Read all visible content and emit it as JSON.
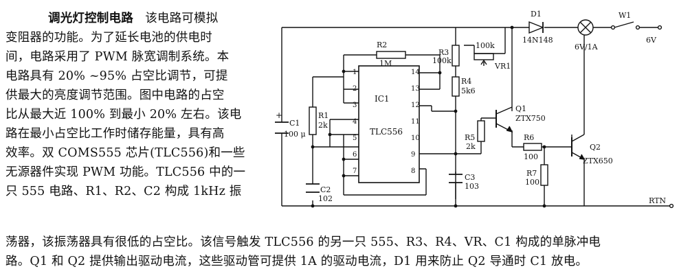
{
  "article": {
    "heading": "调光灯控制电路",
    "lines": [
      "该电路可模拟",
      "变阻器的功能。为了延长电池的供电时",
      "间，电路采用了 PWM 脉宽调制系统。本",
      "电路具有 20% ~95% 占空比调节，可提",
      "供最大的亮度调节范围。图中电路的占空",
      "比从最大近 100% 到最小 20% 左右。该电",
      "路在最小占空比工作时储存能量，具有高",
      "效率。双 COMS555 芯片(TLC556)和一些",
      "无源器件实现 PWM 功能。TLC556 中的一",
      "只 555 电路、R1、R2、C2 构成 1kHz 振",
      "荡器，该振荡器具有很低的占空比。该信号触发 TLC556 的另一只 555、R3、R4、VR、C1 构成的单脉冲电",
      "路。Q1 和 Q2 提供输出驱动电流，这些驱动管可提供 1A 的驱动电流，D1 用来防止 Q2 导通时 C1 放电。"
    ]
  },
  "schematic": {
    "ic": {
      "name": "IC1",
      "part": "TLC556",
      "pins_left": [
        "1",
        "2",
        "3",
        "4",
        "5",
        "6",
        "7"
      ],
      "pins_right": [
        "14",
        "13",
        "12",
        "11",
        "10",
        "9",
        "8"
      ]
    },
    "labels": {
      "r2": "R2",
      "r2_val": "1M",
      "r3": "R3",
      "r3_val": "100k",
      "vr_val": "100k",
      "vr": "VR1",
      "r4": "R4",
      "r4_val": "5k6",
      "r1": "R1",
      "r1_val": "2k",
      "c1": "C1",
      "c1_val": "100 μ",
      "c2": "C2",
      "c2_val": "102",
      "c3": "C3",
      "c3_val": "103",
      "r5": "R5",
      "r5_val": "2k",
      "r6": "R6",
      "r6_val": "100",
      "r7": "R7",
      "r7_val": "100",
      "q1": "Q1",
      "q1_part": "ZTX750",
      "q2": "Q2",
      "q2_part": "ZTX650",
      "d1": "D1",
      "d1_part": "14N148",
      "lamp": "6V/1A",
      "w1": "W1",
      "supply": "6V",
      "rtn": "RTN",
      "plus": "+"
    }
  }
}
